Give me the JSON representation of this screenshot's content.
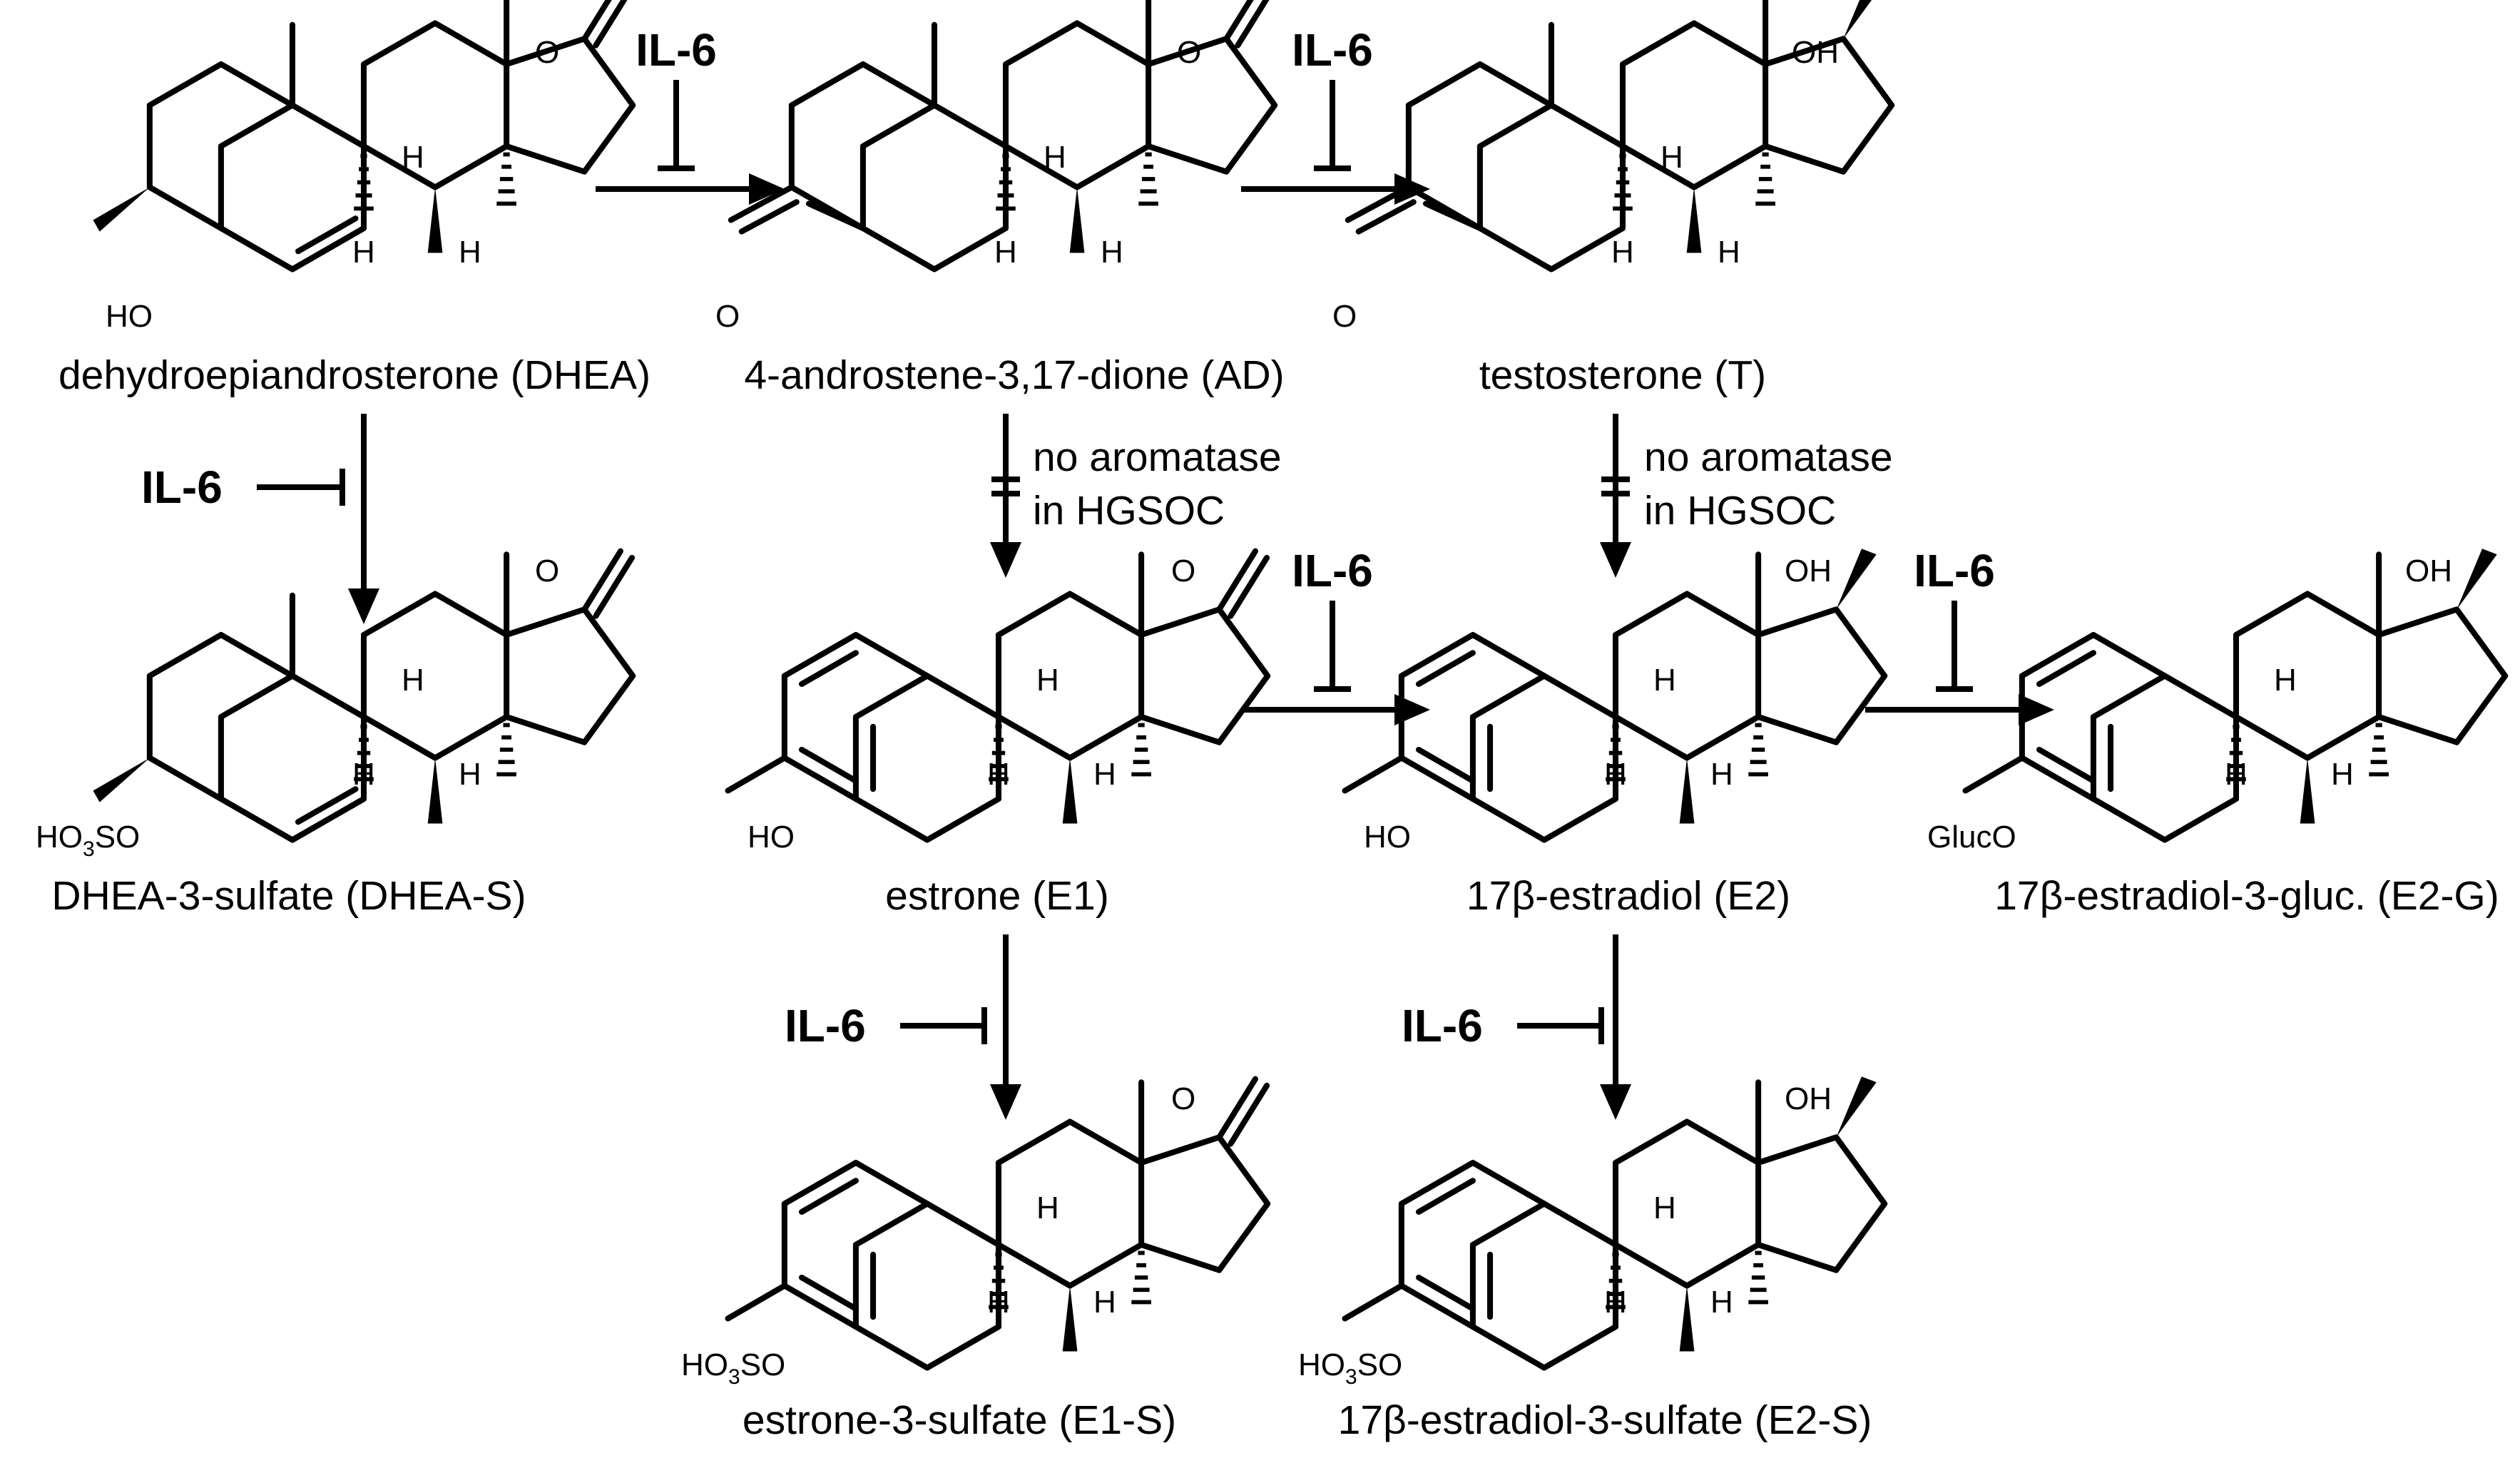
{
  "compounds": {
    "dhea": {
      "name": "dehydroepiandrosterone (DHEA)",
      "c3": "HO",
      "c17": "O",
      "h": "H"
    },
    "ad": {
      "name": "4-androstene-3,17-dione (AD)",
      "c3": "O",
      "c17": "O",
      "h": "H"
    },
    "t": {
      "name": "testosterone (T)",
      "c3": "O",
      "c17": "OH",
      "h": "H"
    },
    "dheas": {
      "name": "DHEA-3-sulfate (DHEA-S)",
      "c3_main": "HO",
      "c3_sub": "3",
      "c3_tail": "SO",
      "c17": "O",
      "h": "H"
    },
    "e1": {
      "name": "estrone (E1)",
      "c3": "HO",
      "c17": "O",
      "h": "H"
    },
    "e2": {
      "name": "17β-estradiol (E2)",
      "c3": "HO",
      "c17": "OH",
      "h": "H"
    },
    "e2g": {
      "name": "17β-estradiol-3-gluc. (E2-G)",
      "c3": "GlucO",
      "c17": "OH",
      "h": "H"
    },
    "e1s": {
      "name": "estrone-3-sulfate (E1-S)",
      "c3_main": "HO",
      "c3_sub": "3",
      "c3_tail": "SO",
      "c17": "O",
      "h": "H"
    },
    "e2s": {
      "name": "17β-estradiol-3-sulfate (E2-S)",
      "c3_main": "HO",
      "c3_sub": "3",
      "c3_tail": "SO",
      "c17": "OH",
      "h": "H"
    }
  },
  "inhibitor": "IL-6",
  "notes": {
    "aromatase_line1": "no aromatase",
    "aromatase_line2": "in HGSOC"
  },
  "colors": {
    "ink": "#000000",
    "background": "#ffffff"
  }
}
